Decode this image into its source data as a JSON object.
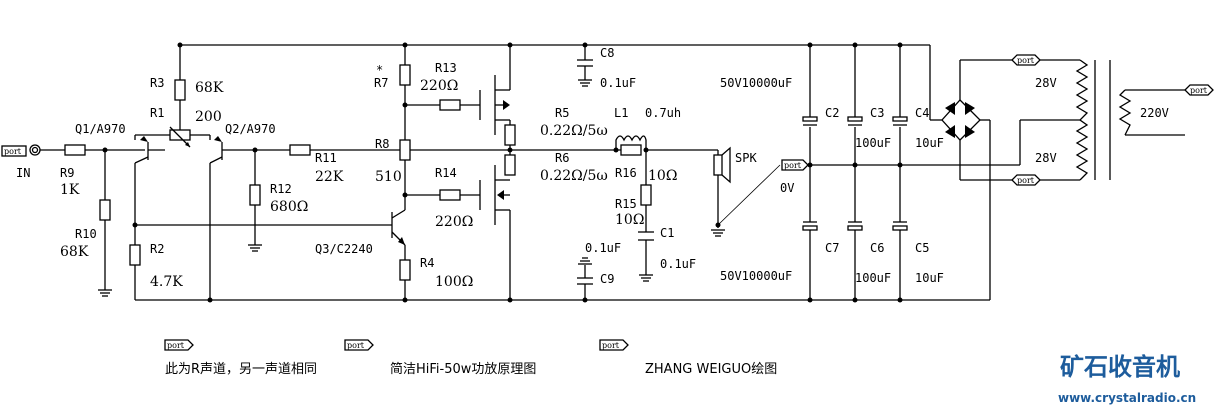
{
  "title": "简洁HiFi-50w功放原理图",
  "notes": {
    "channel_note": "此为R声道，另一声道相同",
    "title": "简洁HiFi-50w功放原理图",
    "author": "ZHANG WEIGUO绘图"
  },
  "ports": {
    "label": "port"
  },
  "input": {
    "label": "IN"
  },
  "components": {
    "R9": {
      "name": "R9",
      "value": "1K"
    },
    "R10": {
      "name": "R10",
      "value": "68K"
    },
    "Q1": {
      "name": "Q1/A970"
    },
    "Q2": {
      "name": "Q2/A970"
    },
    "R1": {
      "name": "R1",
      "value": "200"
    },
    "R3": {
      "name": "R3",
      "value": "68K"
    },
    "R2": {
      "name": "R2",
      "value": "4.7K"
    },
    "R11": {
      "name": "R11",
      "value": "22K"
    },
    "R12": {
      "name": "R12",
      "value": "680Ω"
    },
    "R7": {
      "name": "R7",
      "mark": "*"
    },
    "R8": {
      "name": "R8",
      "value": "510"
    },
    "R13": {
      "name": "R13",
      "value": "220Ω"
    },
    "R14": {
      "name": "R14",
      "value": "220Ω"
    },
    "Q3": {
      "name": "Q3/C2240"
    },
    "R4": {
      "name": "R4",
      "value": "100Ω"
    },
    "R5": {
      "name": "R5",
      "value": "0.22Ω/5ω"
    },
    "R6": {
      "name": "R6",
      "value": "0.22Ω/5ω"
    },
    "L1": {
      "name": "L1",
      "value": "0.7uh"
    },
    "R16": {
      "name": "R16",
      "value": "10Ω"
    },
    "R15": {
      "name": "R15",
      "value": "10Ω"
    },
    "C1": {
      "name": "C1",
      "value": "0.1uF"
    },
    "C8": {
      "name": "C8",
      "value": "0.1uF"
    },
    "C9": {
      "name": "C9",
      "value": "0.1uF"
    },
    "SPK": {
      "name": "SPK"
    },
    "C2": {
      "name": "C2",
      "value": "50V10000uF"
    },
    "C7": {
      "name": "C7",
      "value": "50V10000uF"
    },
    "C3": {
      "name": "C3",
      "value": "100uF"
    },
    "C6": {
      "name": "C6",
      "value": "100uF"
    },
    "C4": {
      "name": "C4",
      "value": "10uF"
    },
    "C5": {
      "name": "C5",
      "value": "10uF"
    },
    "ground_label": "0V",
    "secondary_top": "28V",
    "secondary_bottom": "28V",
    "primary": "220V"
  },
  "brand": {
    "name": "矿石收音机",
    "url": "www.crystalradio.cn",
    "color": "#1d5c9c"
  }
}
